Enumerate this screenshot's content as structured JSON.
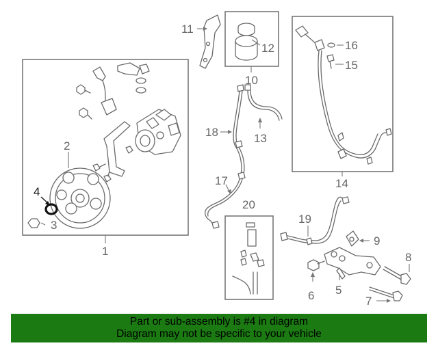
{
  "callouts": {
    "c1": "1",
    "c2": "2",
    "c3": "3",
    "c4": "4",
    "c5": "5",
    "c6": "6",
    "c7": "7",
    "c8": "8",
    "c9": "9",
    "c10": "10",
    "c11": "11",
    "c12": "12",
    "c13": "13",
    "c14": "14",
    "c15": "15",
    "c16": "16",
    "c17": "17",
    "c18": "18",
    "c19": "19",
    "c20": "20"
  },
  "highlighted_callout": "4",
  "banner": {
    "line1": "Part or sub-assembly is #4 in diagram",
    "line2": "Diagram may not be specific to your vehicle"
  },
  "colors": {
    "banner_bg": "#1b7a12",
    "line_gray": "#6a6a6a",
    "highlight": "#111111"
  }
}
